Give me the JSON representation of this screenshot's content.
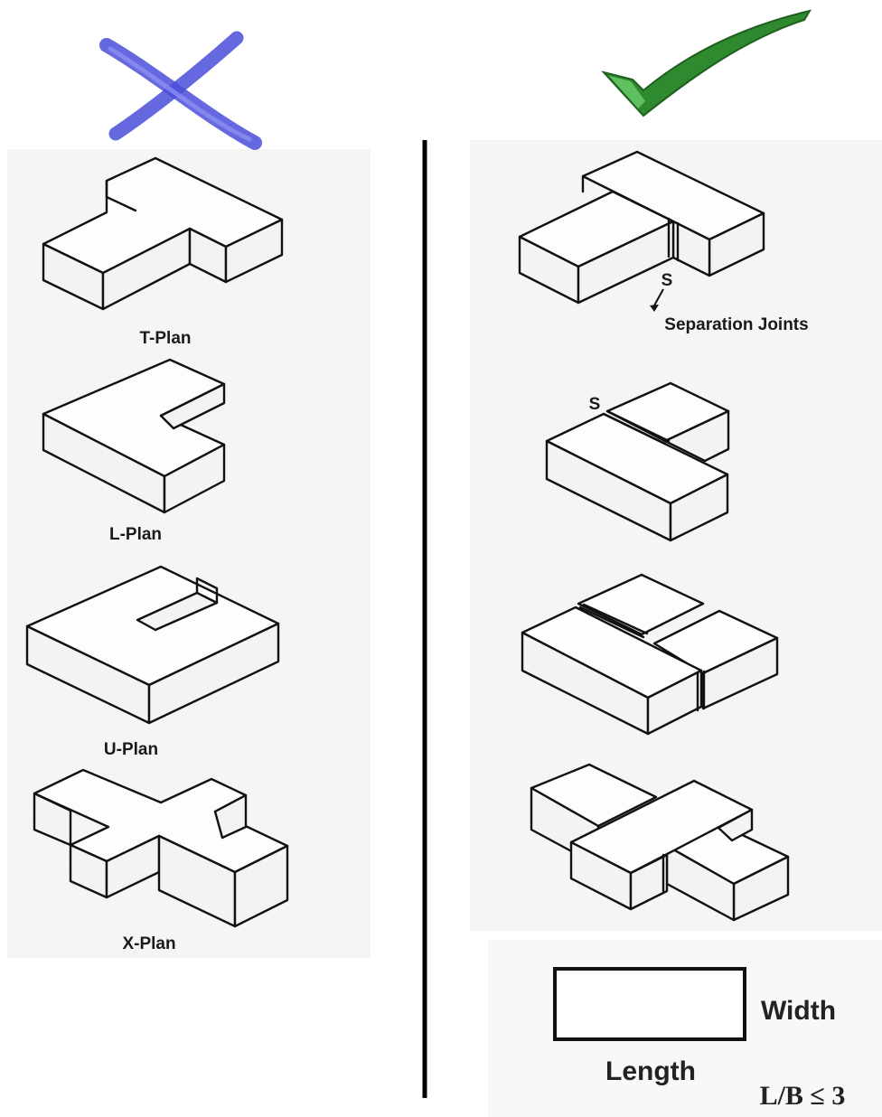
{
  "left": {
    "mark_icon": "cross-icon",
    "labels": {
      "t_plan": "T-Plan",
      "l_plan": "L-Plan",
      "u_plan": "U-Plan",
      "x_plan": "X-Plan"
    }
  },
  "right": {
    "mark_icon": "checkmark-icon",
    "joint_marker": "S",
    "joint_marker_2": "S",
    "joint_label": "Separation Joints"
  },
  "legend": {
    "width_label": "Width",
    "length_label": "Length",
    "ratio": "L/B ≤ 3"
  },
  "colors": {
    "cross": "#4a4ed8",
    "check": "#2f8a2f",
    "ink": "#111111",
    "divider": "#000000"
  }
}
